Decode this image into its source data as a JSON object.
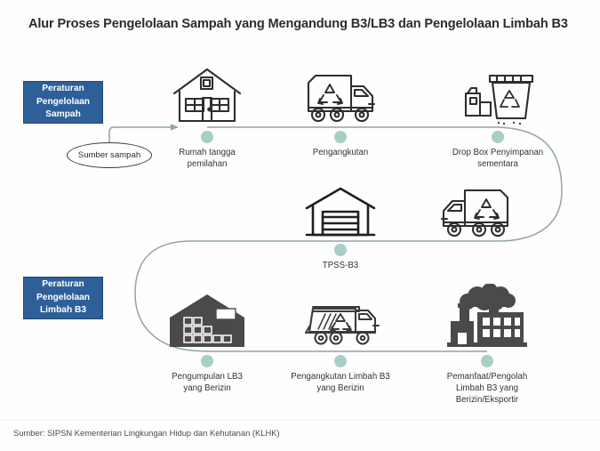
{
  "header": {
    "title": "Alur Proses Pengelolaan Sampah yang Mengandung B3/LB3 dan Pengelolaan Limbah B3"
  },
  "colors": {
    "blue_box_bg": "#2f5f98",
    "blue_box_text": "#ffffff",
    "node_dot": "#a9cec6",
    "connector_line": "#8fa3ad",
    "icon_dark": "#4a4a4a",
    "icon_outline": "#2e2e2e",
    "title_text": "#2c2c2c",
    "background": "#fefefe"
  },
  "legend_boxes": [
    {
      "id": "peraturan-pengelolaan-sampah",
      "lines": [
        "Peraturan",
        "Pengelolaan",
        "Sampah"
      ]
    },
    {
      "id": "peraturan-pengelolaan-limbah-b3",
      "lines": [
        "Peraturan",
        "Pengelolaan",
        "Limbah B3"
      ]
    }
  ],
  "source_node": {
    "label": "Sumber sampah"
  },
  "flow": {
    "row1": [
      {
        "id": "rumah-tangga",
        "icon": "house-icon",
        "caption": "Rumah tangga\npemilahan"
      },
      {
        "id": "pengangkutan",
        "icon": "garbage-truck-icon",
        "caption": "Pengangkutan"
      },
      {
        "id": "drop-box",
        "icon": "drop-box-bin-icon",
        "caption": "Drop Box Penyimpanan\nsementara"
      }
    ],
    "row2": [
      {
        "id": "tpss-b3",
        "icon": "warehouse-outline-icon",
        "caption": "TPSS-B3"
      },
      {
        "id": "truck-return",
        "icon": "garbage-truck-left-icon",
        "caption": ""
      }
    ],
    "row3": [
      {
        "id": "pengumpulan-lb3",
        "icon": "warehouse-filled-icon",
        "caption": "Pengumpulan LB3\nyang Berizin"
      },
      {
        "id": "pengangkutan-limbah-b3",
        "icon": "dump-truck-icon",
        "caption": "Pengangkutan Limbah B3\nyang Berizin"
      },
      {
        "id": "pemanfaat-pengolah",
        "icon": "factory-smoke-icon",
        "caption": "Pemanfaat/Pengolah\nLimbah B3 yang\nBerizin/Eksportir"
      }
    ]
  },
  "footer": {
    "source": "Sumber: SIPSN Kementerian Lingkungan Hidup dan Kehutanan (KLHK)"
  }
}
